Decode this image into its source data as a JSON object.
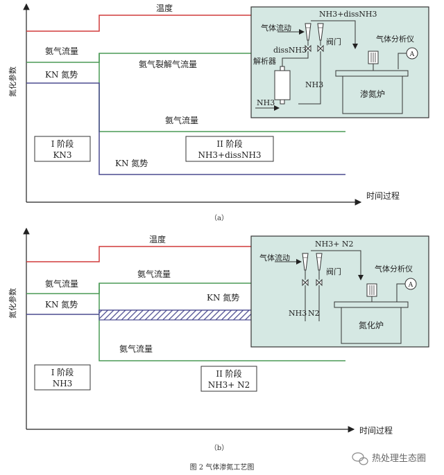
{
  "colors": {
    "temperature": "#d03a3a",
    "flow": "#4a9a55",
    "kn": "#4a4a8f",
    "panel_bg": "#d5e8e3",
    "panel_border": "#333333"
  },
  "chart_a": {
    "y_axis_label": "氮化参数",
    "x_axis_label": "时间过程",
    "temperature_label": "温度",
    "stage1_flow_label": "氨气流量",
    "stage1_kn_label": "KN 氮势",
    "stage2_cracked_flow_label": "氨气裂解气流量",
    "stage2_flow_label": "氨气流量",
    "stage2_kn_label": "KN 氮势",
    "stage1_box": {
      "title": "I 阶段",
      "gas": "KN3"
    },
    "stage2_box": {
      "title": "II 阶段",
      "gas": "NH3+dissNH3"
    },
    "sub_caption": "（a）",
    "apparatus": {
      "mix_label": "NH3+dissNH3",
      "flowmeter_label": "气体流动",
      "valve_label": "阀门",
      "analyzer_label": "气体分析仪",
      "dissNH3_label": "dissNH3",
      "cracker_label": "解析器",
      "nh3_pipe_label": "NH3",
      "nh3_inlet_label": "NH3",
      "furnace_label": "渗氮炉"
    }
  },
  "chart_b": {
    "y_axis_label": "氮化参数",
    "x_axis_label": "时间过程",
    "temperature_label": "温度",
    "stage1_flow_label": "氨气流量",
    "stage1_kn_label": "KN 氮势",
    "stage2_flow_label": "氨气流量",
    "stage2_kn_label": "KN 氮势",
    "stage2_flow_low_label": "氨气流量",
    "stage1_box": {
      "title": "I 阶段",
      "gas": "NH3"
    },
    "stage2_box": {
      "title": "II 阶段",
      "gas": "NH3+ N2"
    },
    "sub_caption": "（b）",
    "apparatus": {
      "mix_label": "NH3+ N2",
      "flowmeter_label": "气体流动",
      "valve_label": "阀门",
      "analyzer_label": "气体分析仪",
      "nh3_inlet_label": "NH3",
      "n2_inlet_label": "N2",
      "furnace_label": "氮化炉"
    }
  },
  "figure_caption": "图 2  气体渗氮工艺图",
  "watermark": "热处理生态圈"
}
